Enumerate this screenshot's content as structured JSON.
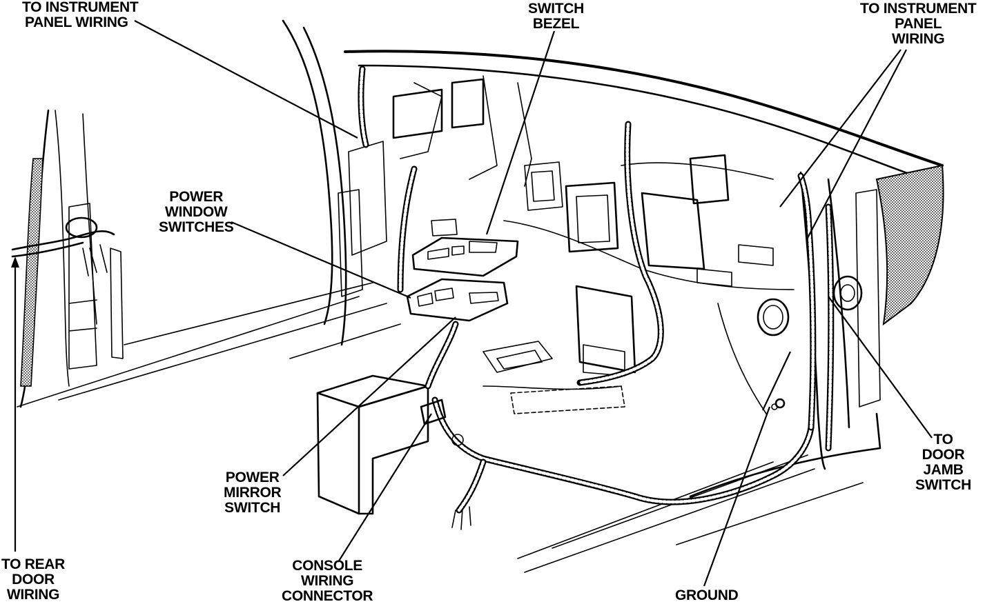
{
  "labels": {
    "to_instrument_panel_wiring_left": [
      "TO INSTRUMENT",
      "PANEL WIRING"
    ],
    "switch_bezel": [
      "SWITCH",
      "BEZEL"
    ],
    "to_instrument_panel_wiring_right": [
      "TO INSTRUMENT",
      "PANEL",
      "WIRING"
    ],
    "power_window_switches": [
      "POWER",
      "WINDOW",
      "SWITCHES"
    ],
    "power_mirror_switch": [
      "POWER",
      "MIRROR",
      "SWITCH"
    ],
    "to_rear_door_wiring": [
      "TO REAR",
      "DOOR",
      "WIRING"
    ],
    "console_wiring_connector": [
      "CONSOLE",
      "WIRING",
      "CONNECTOR"
    ],
    "ground": [
      "GROUND"
    ],
    "to_door_jamb_switch": [
      "TO",
      "DOOR",
      "JAMB",
      "SWITCH"
    ]
  },
  "colors": {
    "ink": "#000000",
    "paper": "#ffffff",
    "stipple": "#9a9a9a"
  }
}
